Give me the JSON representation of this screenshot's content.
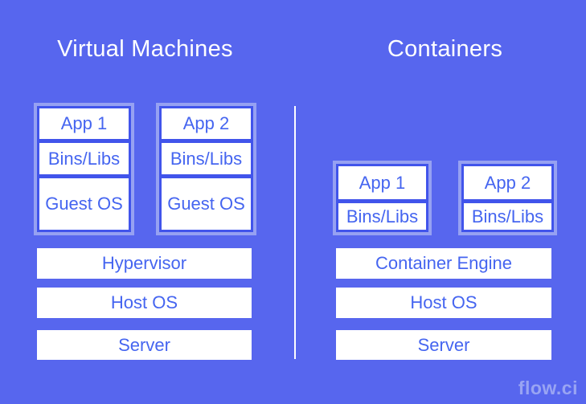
{
  "left": {
    "title": "Virtual Machines",
    "stacks": [
      {
        "layers": [
          "App 1",
          "Bins/Libs",
          "Guest OS"
        ]
      },
      {
        "layers": [
          "App 2",
          "Bins/Libs",
          "Guest OS"
        ]
      }
    ],
    "bars": [
      "Hypervisor",
      "Host OS",
      "Server"
    ]
  },
  "right": {
    "title": "Containers",
    "stacks": [
      {
        "layers": [
          "App 1",
          "Bins/Libs"
        ]
      },
      {
        "layers": [
          "App 2",
          "Bins/Libs"
        ]
      }
    ],
    "bars": [
      "Container Engine",
      "Host OS",
      "Server"
    ]
  },
  "watermark": "flow.ci",
  "colors": {
    "background": "#5766EE",
    "stack_border": "#96A1F2",
    "stack_fill": "#4154EB",
    "box_background": "#FFFFFF",
    "box_text": "#4565F0",
    "title_text": "#FFFFFF",
    "divider": "#FDFDFF",
    "watermark_text": "#99A4F3"
  }
}
